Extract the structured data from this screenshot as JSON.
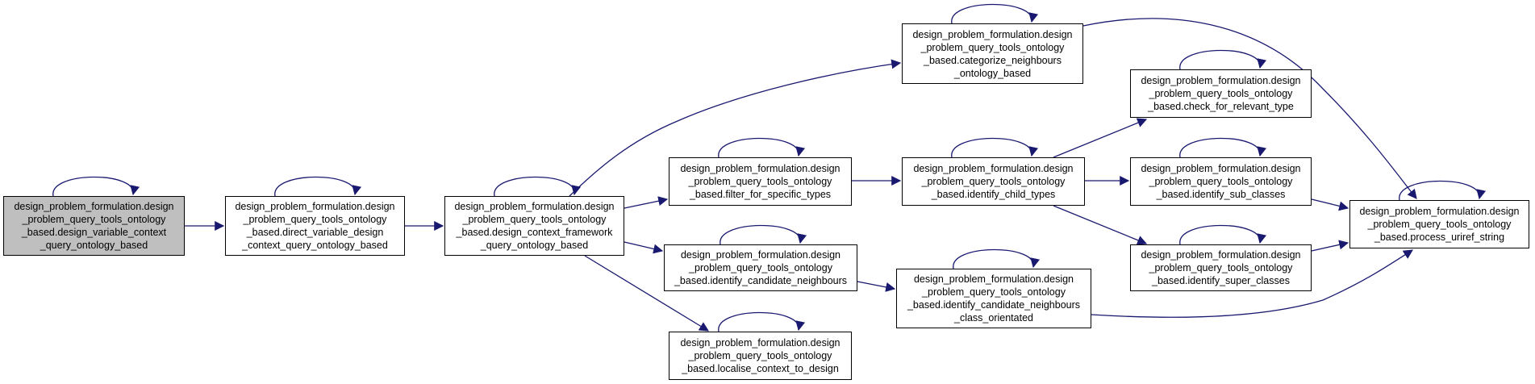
{
  "colors": {
    "edge": "#191970",
    "root_fill": "#bfbfbf",
    "node_fill": "#ffffff",
    "node_border": "#000000"
  },
  "nodes": {
    "design_variable_context": "design_problem_formulation.design\n_problem_query_tools_ontology\n_based.design_variable_context\n_query_ontology_based",
    "direct_variable_design": "design_problem_formulation.design\n_problem_query_tools_ontology\n_based.direct_variable_design\n_context_query_ontology_based",
    "design_context_framework": "design_problem_formulation.design\n_problem_query_tools_ontology\n_based.design_context_framework\n_query_ontology_based",
    "categorize_neighbours": "design_problem_formulation.design\n_problem_query_tools_ontology\n_based.categorize_neighbours\n_ontology_based",
    "filter_for_specific_types": "design_problem_formulation.design\n_problem_query_tools_ontology\n_based.filter_for_specific_types",
    "identify_candidate_neighbours": "design_problem_formulation.design\n_problem_query_tools_ontology\n_based.identify_candidate_neighbours",
    "localise_context_to_design": "design_problem_formulation.design\n_problem_query_tools_ontology\n_based.localise_context_to_design",
    "identify_child_types": "design_problem_formulation.design\n_problem_query_tools_ontology\n_based.identify_child_types",
    "identify_candidate_neighbours_class": "design_problem_formulation.design\n_problem_query_tools_ontology\n_based.identify_candidate_neighbours\n_class_orientated",
    "check_for_relevant_type": "design_problem_formulation.design\n_problem_query_tools_ontology\n_based.check_for_relevant_type",
    "identify_sub_classes": "design_problem_formulation.design\n_problem_query_tools_ontology\n_based.identify_sub_classes",
    "identify_super_classes": "design_problem_formulation.design\n_problem_query_tools_ontology\n_based.identify_super_classes",
    "process_uriref_string": "design_problem_formulation.design\n_problem_query_tools_ontology\n_based.process_uriref_string"
  }
}
